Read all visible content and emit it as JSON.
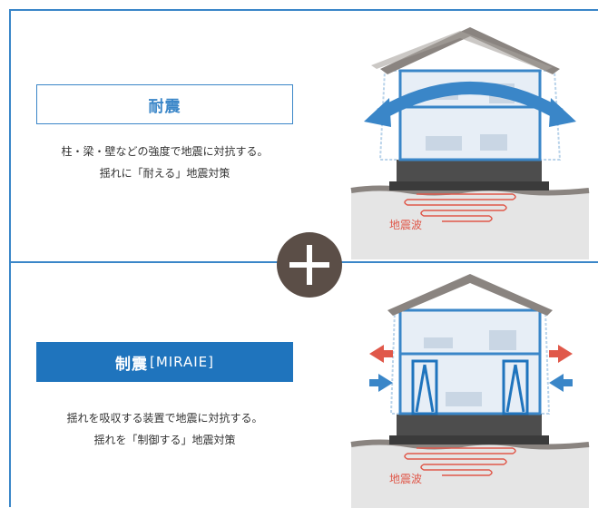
{
  "top": {
    "label": "耐震",
    "desc_line1": "柱・梁・壁などの強度で地震に対抗する。",
    "desc_line2": "揺れに「耐える」地震対策",
    "wave_label": "地震波"
  },
  "bottom": {
    "label_main": "制震",
    "label_sub": "[MIRAIE]",
    "desc_line1": "揺れを吸収する装置で地震に対抗する。",
    "desc_line2": "揺れを「制御する」地震対策",
    "wave_label": "地震波"
  },
  "colors": {
    "accent_blue": "#3a86c8",
    "filled_blue": "#1f74bd",
    "plus_circle": "#5b4e47",
    "wave_red": "#e0584a"
  },
  "icons": [
    "plus-icon",
    "house-illustration",
    "sway-arrow-icon",
    "force-arrow-icon"
  ]
}
